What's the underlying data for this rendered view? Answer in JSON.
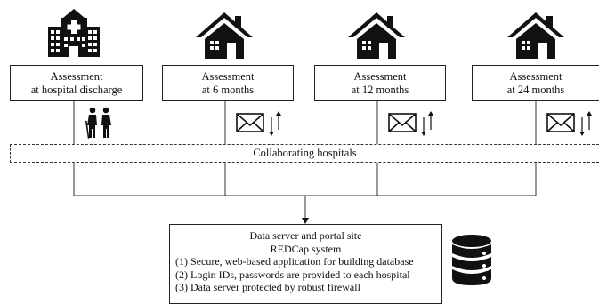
{
  "stages": [
    {
      "line1": "Assessment",
      "line2": "at hospital discharge",
      "icon": "hospital-icon",
      "contact_icon": "elderly-couple-icon"
    },
    {
      "line1": "Assessment",
      "line2": "at 6 months",
      "icon": "house-icon",
      "contact_icon": "mail-exchange-icon"
    },
    {
      "line1": "Assessment",
      "line2": "at 12 months",
      "icon": "house-icon",
      "contact_icon": "mail-exchange-icon"
    },
    {
      "line1": "Assessment",
      "line2": "at 24 months",
      "icon": "house-icon",
      "contact_icon": "mail-exchange-icon"
    }
  ],
  "collaborating_hospitals": "Collaborating hospitals",
  "server": {
    "title": "Data server and portal site",
    "subtitle": "REDCap system",
    "items": [
      "(1) Secure, web-based application for building database",
      "(2) Login IDs, passwords are provided to each hospital",
      "(3) Data server protected by robust firewall"
    ],
    "icon": "database-icon"
  },
  "colors": {
    "icon": "#111111",
    "line": "#333333"
  }
}
